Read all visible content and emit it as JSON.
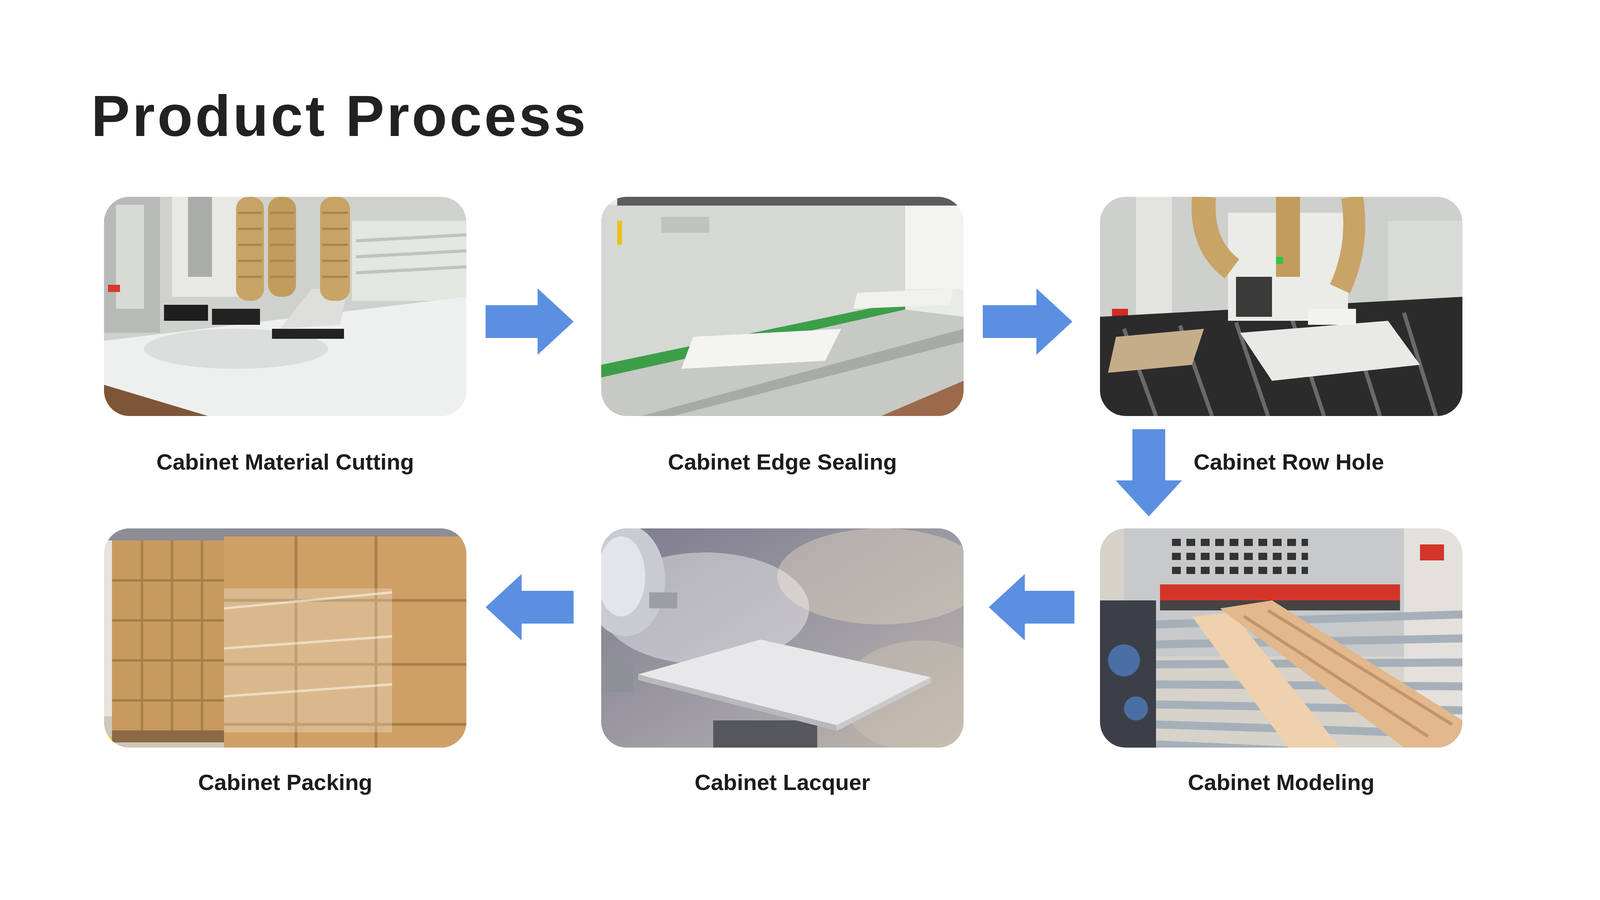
{
  "diagram": {
    "title": "Product Process",
    "nodes": [
      {
        "text": [
          "Cabinet Material Cutting"
        ]
      },
      {
        "text": [
          "Cabinet Edge Sealing"
        ]
      },
      {
        "text": [
          "Cabinet Row Hole"
        ]
      },
      {
        "text": [
          "Cabinet Modeling"
        ]
      },
      {
        "text": [
          "Cabinet Lacquer"
        ]
      },
      {
        "text": [
          "Cabinet Packing"
        ]
      }
    ],
    "edges": [
      {
        "from": 0,
        "to": 1,
        "arrow": "to"
      },
      {
        "from": 1,
        "to": 2,
        "arrow": "to"
      },
      {
        "from": 2,
        "to": 3,
        "arrow": "to"
      },
      {
        "from": 3,
        "to": 4,
        "arrow": "to"
      },
      {
        "from": 4,
        "to": 5,
        "arrow": "to"
      }
    ]
  }
}
